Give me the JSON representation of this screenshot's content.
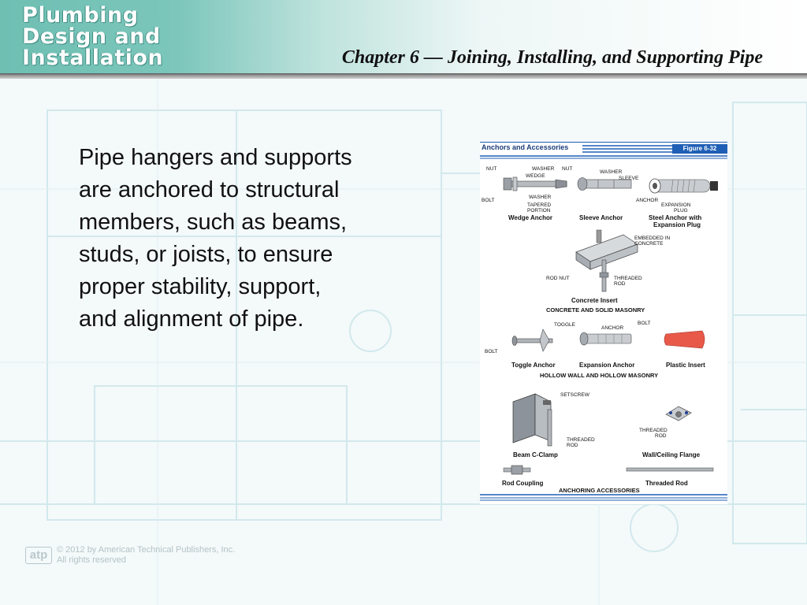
{
  "header": {
    "logo_lines": [
      "Plumbing",
      "Design and",
      "Installation"
    ],
    "chapter_title": "Chapter 6 — Joining, Installing, and Supporting Pipe"
  },
  "body": {
    "lines": [
      "Pipe hangers and supports",
      "are anchored to structural",
      "members, such as beams,",
      "studs, or joists, to ensure",
      "proper stability, support,",
      "and alignment of pipe."
    ]
  },
  "figure": {
    "title": "Anchors and Accessories",
    "number": "Figure  6-32",
    "labels": {
      "nut1": "NUT",
      "washer1": "WASHER",
      "wedge": "WEDGE",
      "bolt1": "BOLT",
      "washer2": "WASHER",
      "tapered": "TAPERED",
      "portion": "PORTION",
      "nut2": "NUT",
      "washer3": "WASHER",
      "sleeve": "SLEEVE",
      "anchor1": "ANCHOR",
      "expansion": "EXPANSION",
      "plug": "PLUG",
      "embedded1": "EMBEDDED IN",
      "embedded2": "CONCRETE",
      "rodnut": "ROD NUT",
      "threaded1": "THREADED",
      "rod1": "ROD",
      "toggle": "TOGGLE",
      "anchor2": "ANCHOR",
      "bolt2": "BOLT",
      "bolt3": "BOLT",
      "setscrew": "SETSCREW",
      "threaded2": "THREADED",
      "rod2": "ROD",
      "threaded3": "THREADED",
      "rod3": "ROD"
    },
    "captions": {
      "wedge_anchor": "Wedge Anchor",
      "sleeve_anchor": "Sleeve Anchor",
      "steel_anchor_1": "Steel Anchor with",
      "steel_anchor_2": "Expansion Plug",
      "concrete_insert": "Concrete Insert",
      "toggle_anchor": "Toggle Anchor",
      "expansion_anchor": "Expansion Anchor",
      "plastic_insert": "Plastic Insert",
      "beam_clamp": "Beam C-Clamp",
      "wall_flange": "Wall/Ceiling Flange",
      "rod_coupling": "Rod Coupling",
      "threaded_rod": "Threaded Rod"
    },
    "sections": {
      "concrete": "CONCRETE AND SOLID MASONRY",
      "hollow": "HOLLOW WALL AND HOLLOW MASONRY",
      "accessories": "ANCHORING ACCESSORIES"
    }
  },
  "footer": {
    "logo": "atp",
    "copyright": "© 2012 by American Technical Publishers, Inc.",
    "rights": "All rights reserved"
  },
  "colors": {
    "header_teal": "#6fbfb3",
    "figure_blue": "#1f5fb5",
    "plastic_insert": "#e8594a"
  }
}
